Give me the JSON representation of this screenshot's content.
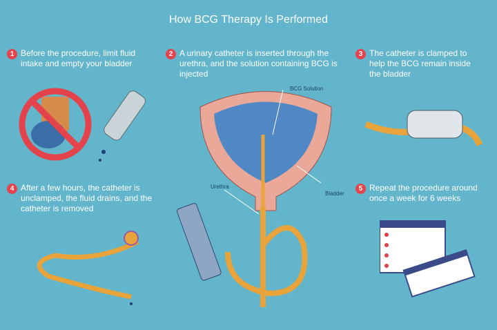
{
  "title": "How BCG Therapy Is Performed",
  "steps": [
    {
      "num": "1",
      "text": "Before the procedure, limit fluid intake and empty your bladder"
    },
    {
      "num": "2",
      "text": "A urinary catheter is inserted through the urethra, and the solution containing BCG is injected"
    },
    {
      "num": "3",
      "text": "The catheter is clamped to help the BCG remain inside the bladder"
    },
    {
      "num": "4",
      "text": "After a few hours, the catheter is unclamped, the fluid drains, and the catheter is removed"
    },
    {
      "num": "5",
      "text": "Repeat the procedure around once a week for 6 weeks"
    }
  ],
  "labels": {
    "bcg_solution": "BCG Solution",
    "urethra": "Urethra",
    "bladder": "Bladder"
  },
  "colors": {
    "background": "#62b5cb",
    "accent": "#e5434b",
    "catheter": "#e8a33a"
  }
}
